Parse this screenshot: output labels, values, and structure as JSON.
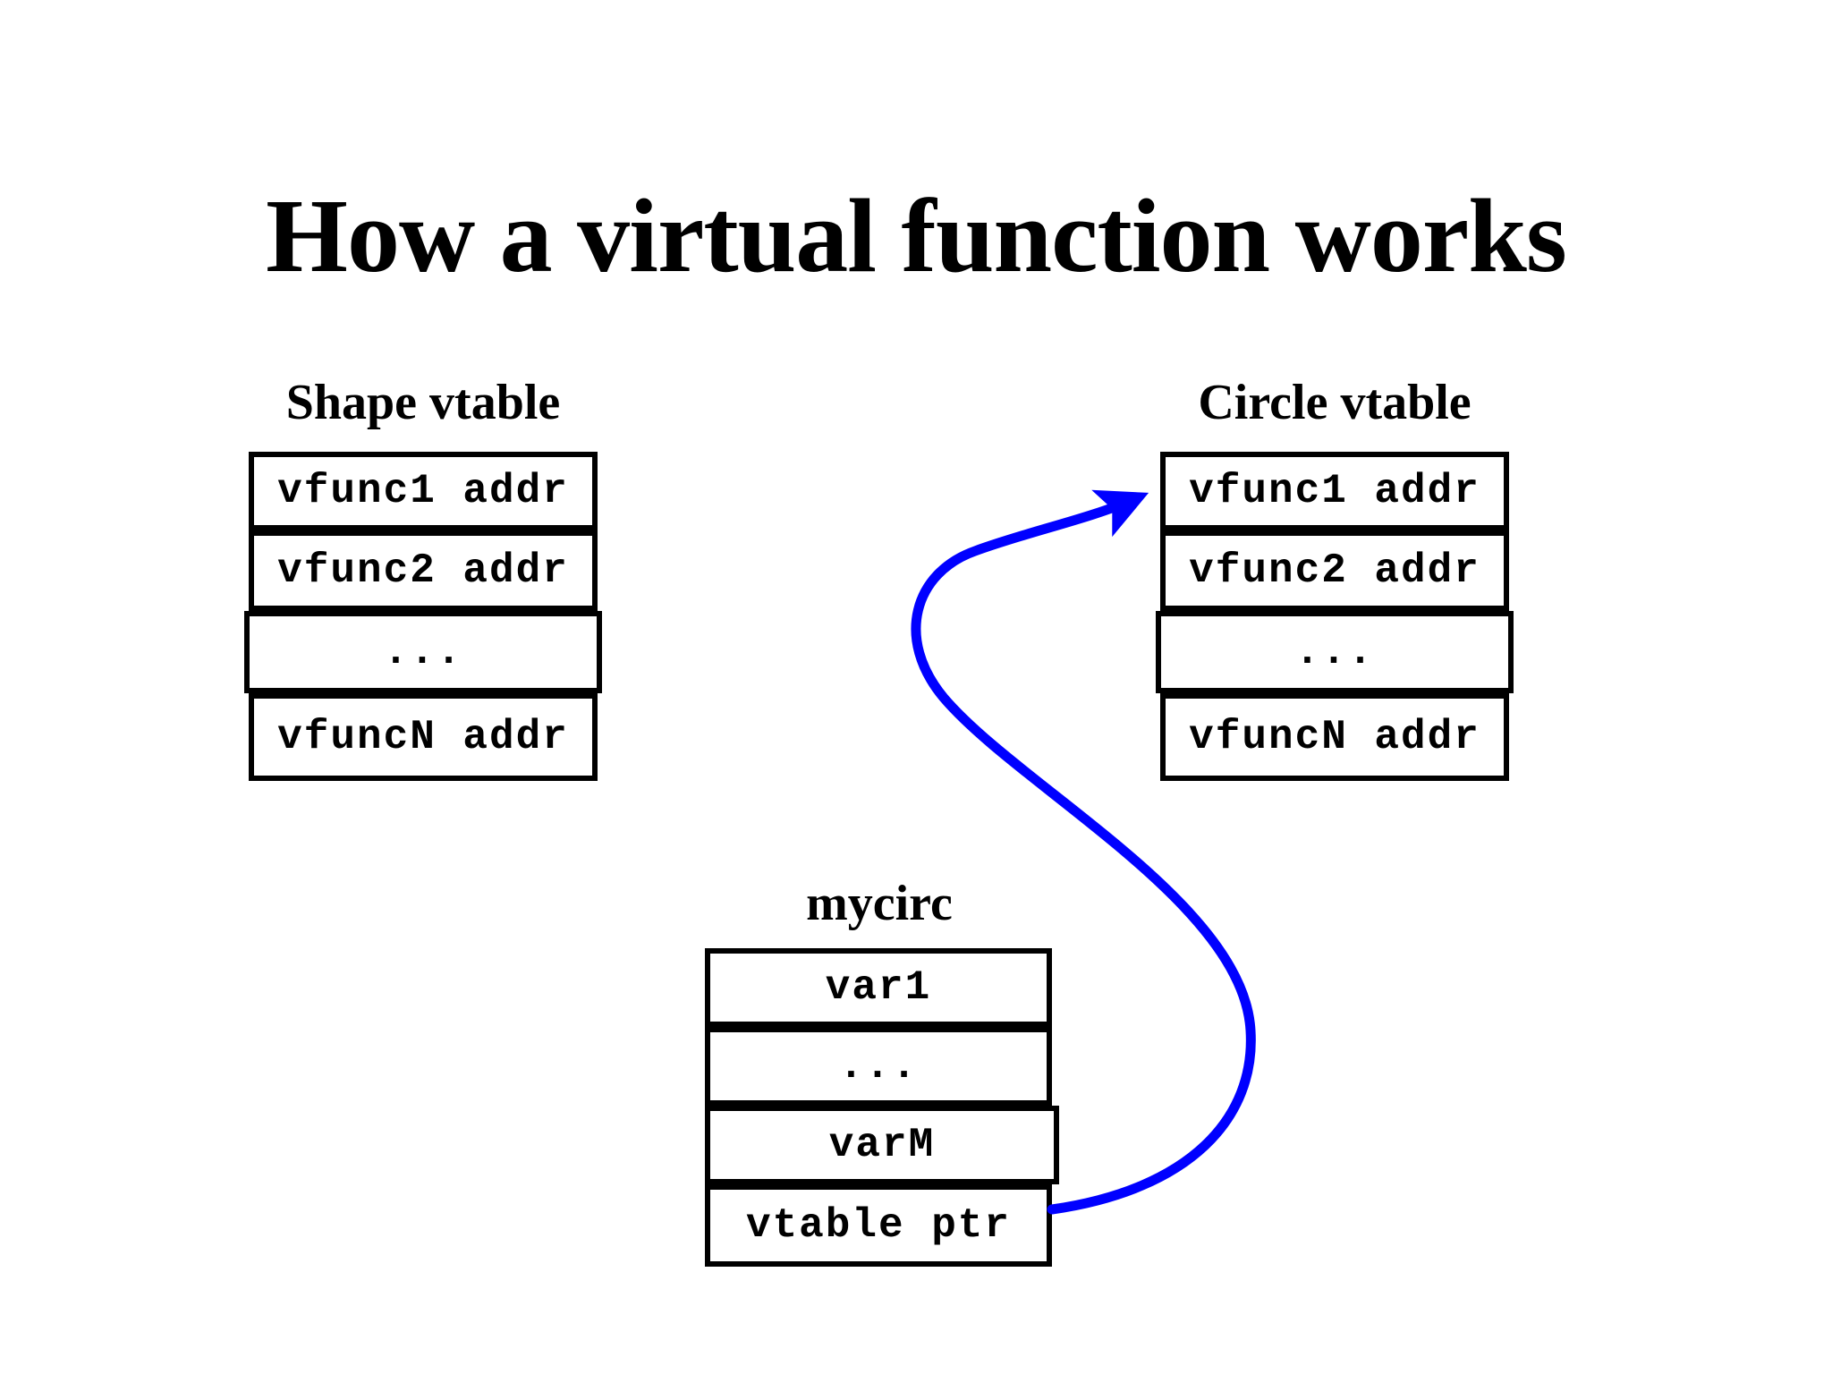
{
  "slide": {
    "title": "How a virtual function works",
    "background_color": "#ffffff",
    "text_color": "#000000",
    "arrow_color": "#0000ff"
  },
  "shape_vtable": {
    "heading": "Shape vtable",
    "rows": [
      {
        "label": "vfunc1 addr"
      },
      {
        "label": "vfunc2 addr"
      },
      {
        "label": "..."
      },
      {
        "label": "vfuncN addr"
      }
    ]
  },
  "circle_vtable": {
    "heading": "Circle vtable",
    "rows": [
      {
        "label": "vfunc1 addr"
      },
      {
        "label": "vfunc2 addr"
      },
      {
        "label": "..."
      },
      {
        "label": "vfuncN addr"
      }
    ]
  },
  "mycirc_object": {
    "heading": "mycirc",
    "rows": [
      {
        "label": "var1"
      },
      {
        "label": "..."
      },
      {
        "label": "varM"
      },
      {
        "label": "vtable ptr"
      }
    ]
  },
  "pointer_arrow": {
    "from": "mycirc.vtable ptr",
    "to": "Circle vtable",
    "color": "#0000ff"
  }
}
